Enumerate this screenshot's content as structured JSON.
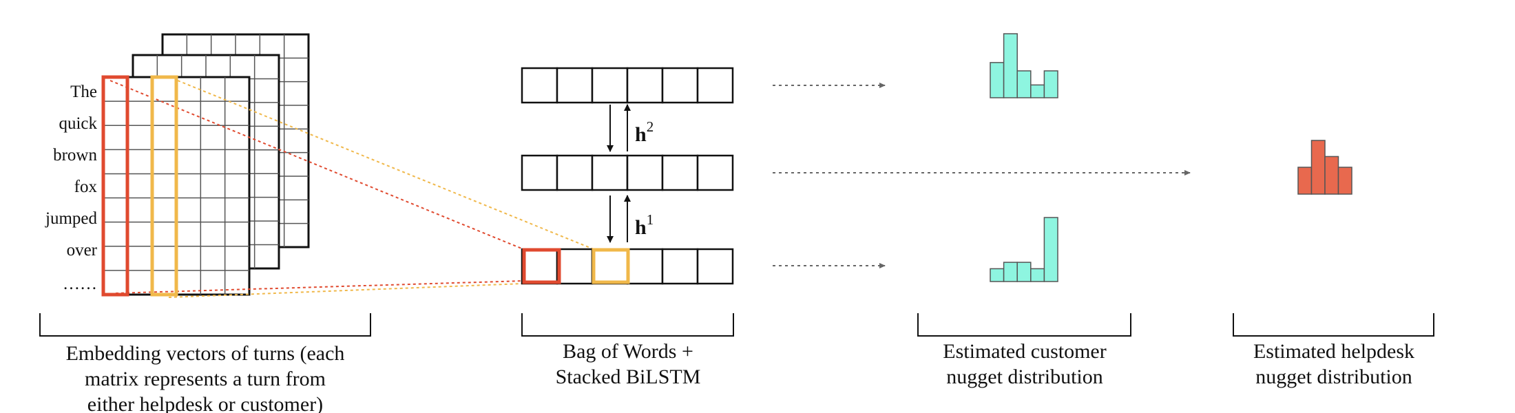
{
  "words": [
    "The",
    "quick",
    "brown",
    "fox",
    "jumped",
    "over",
    "……"
  ],
  "hidden_labels": [
    {
      "base": "h",
      "sup": "2"
    },
    {
      "base": "h",
      "sup": "1"
    }
  ],
  "captions": {
    "embedding": [
      "Embedding vectors of turns (each",
      "matrix represents a turn from",
      "either helpdesk or customer)"
    ],
    "bilstm": [
      "Bag of Words  +",
      "Stacked BiLSTM"
    ],
    "customer": [
      "Estimated customer",
      "nugget distribution"
    ],
    "helpdesk": [
      "Estimated helpdesk",
      "nugget distribution"
    ]
  },
  "distributions": {
    "customer_top": [
      0.55,
      1.0,
      0.42,
      0.2,
      0.42
    ],
    "customer_bottom": [
      0.2,
      0.3,
      0.3,
      0.2,
      1.0
    ],
    "helpdesk": [
      0.5,
      1.0,
      0.7,
      0.5
    ]
  },
  "colors": {
    "accent_red": "#e04a2f",
    "accent_yellow": "#f0b84a",
    "teal": "#8ef5e0",
    "coral": "#e8694e",
    "grid": "#555555",
    "arrow": "#666666"
  }
}
